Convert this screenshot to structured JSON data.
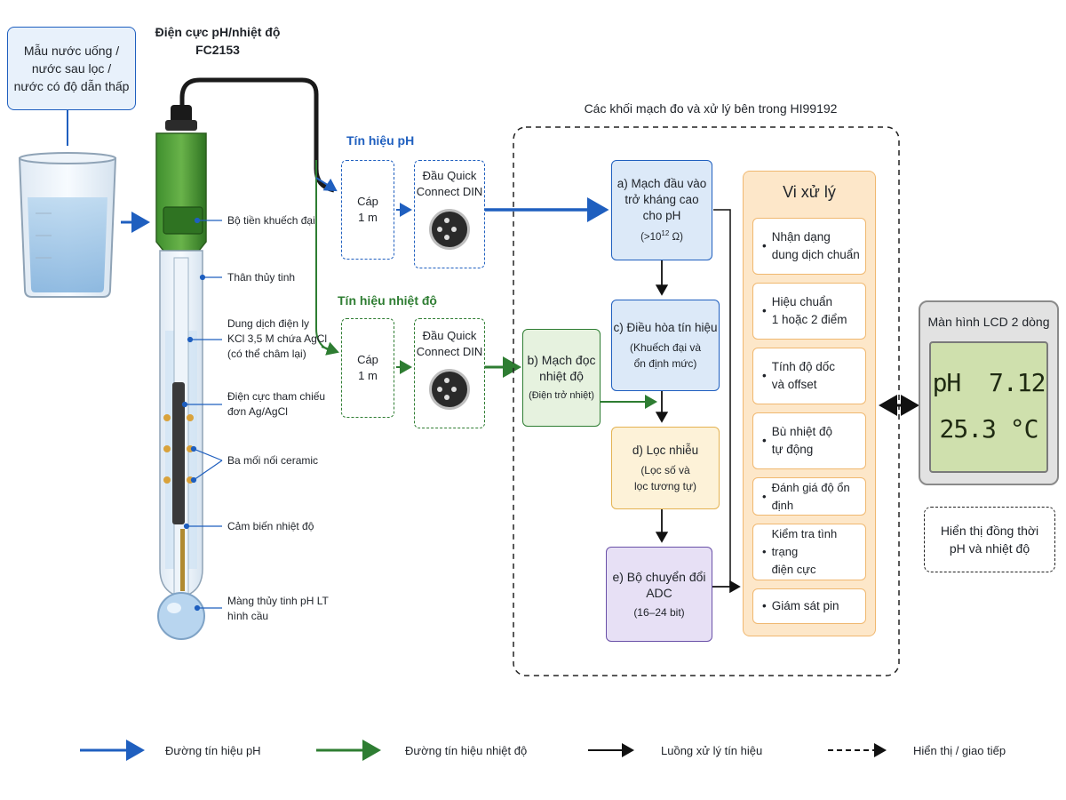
{
  "sample_box": "Mẫu nước uống /\nnước sau lọc /\nnước có độ dẫn thấp",
  "electrode_title": "Điện cực pH/nhiệt độ\nFC2153",
  "electrode_labels": [
    "Bộ tiền khuếch đại",
    "Thân thủy tinh",
    "Dung dịch điện ly\nKCl 3,5 M chứa AgCl\n(có thể châm lại)",
    "Điện cực tham chiếu\nđơn Ag/AgCl",
    "Ba mối nối ceramic",
    "Cảm biến nhiệt độ",
    "Màng thủy tinh pH LT\nhình cầu"
  ],
  "ph_signal": {
    "title": "Tín hiệu pH",
    "cable": "Cáp\n1 m",
    "connector": "Đầu Quick\nConnect DIN"
  },
  "temp_signal": {
    "title": "Tín hiệu nhiệt độ",
    "cable": "Cáp\n1 m",
    "connector": "Đầu Quick\nConnect DIN"
  },
  "meter_title": "Các khối mạch đo và xử lý bên trong HI99192",
  "blocks": {
    "a_main": "a) Mạch đầu vào\ntrở kháng cao\ncho pH",
    "a_sub_pre": "(>10",
    "a_sub_sup": "12",
    "a_sub_post": " Ω)",
    "b_main": "b) Mạch đọc\nnhiệt độ",
    "b_sub": "(Điện trở nhiệt)",
    "c_main": "c) Điều hòa tín hiệu",
    "c_sub": "(Khuếch đại và\nổn định mức)",
    "d_main": "d) Lọc nhiễu",
    "d_sub": "(Lọc số và\nlọc tương tự)",
    "e_main": "e) Bộ chuyển đổi\nADC",
    "e_sub": "(16–24 bit)"
  },
  "processor": {
    "title": "Vi xử lý",
    "items": [
      "Nhận dạng\ndung dịch chuẩn",
      "Hiệu chuẩn\n1 hoặc 2 điểm",
      "Tính độ dốc\nvà offset",
      "Bù nhiệt độ\ntự động",
      "Đánh giá độ ổn định",
      "Kiểm tra tình trạng\nđiện cực",
      "Giám sát pin"
    ]
  },
  "lcd": {
    "title": "Màn hình LCD 2 dòng",
    "line1": "pH  7.12",
    "line2": "25.3 °C"
  },
  "display_note": "Hiển thị đồng thời\npH và nhiệt độ",
  "legend": [
    {
      "label": "Đường tín hiệu pH",
      "color": "#1f5fbf"
    },
    {
      "label": "Đường tín hiệu nhiệt độ",
      "color": "#2e7d32"
    },
    {
      "label": "Luồng xử lý tín hiệu",
      "color": "#111111"
    },
    {
      "label": "Hiển thị / giao tiếp",
      "color": "#111111"
    }
  ]
}
